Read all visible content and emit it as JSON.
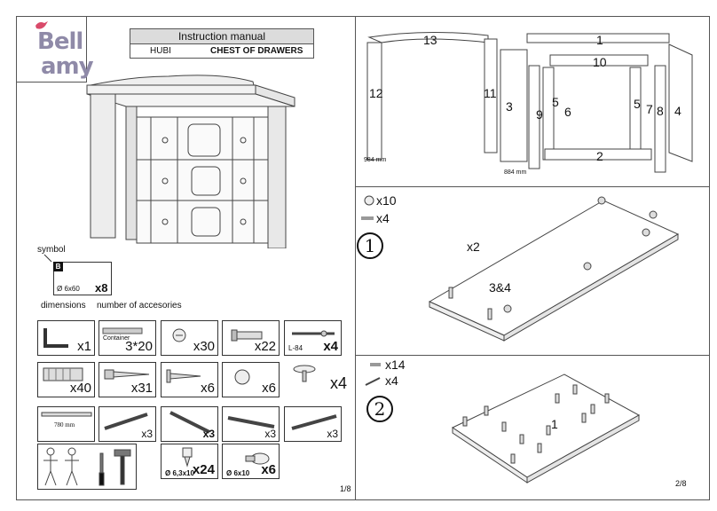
{
  "logo": {
    "line1": "Bell",
    "line2": "amy"
  },
  "header": {
    "title": "Instruction manual",
    "model": "HUBI",
    "product": "CHEST OF DRAWERS"
  },
  "legend": {
    "symbol_label": "symbol",
    "symbol_letter": "B",
    "symbol_dim": "Ø 6x60",
    "symbol_qty": "x8",
    "dimensions_label": "dimensions",
    "accessories_label": "number of accesories"
  },
  "accessories": [
    {
      "name": "allen-key",
      "qty": "x1",
      "bold": false
    },
    {
      "name": "cam-container",
      "qty": "3*20",
      "bold": false,
      "sub": "Container"
    },
    {
      "name": "cam-lock",
      "qty": "x30",
      "bold": false
    },
    {
      "name": "connector-bolt",
      "qty": "x22",
      "bold": false
    },
    {
      "name": "bolt-84",
      "qty": "x4",
      "bold": true,
      "sub": "L-84"
    },
    {
      "name": "hinge-plate",
      "qty": "x40",
      "bold": false
    },
    {
      "name": "long-screw",
      "qty": "x31",
      "bold": false
    },
    {
      "name": "short-screw",
      "qty": "x6",
      "bold": false
    },
    {
      "name": "knob",
      "qty": "x6",
      "bold": false
    },
    {
      "name": "door-handle",
      "qty": "x4",
      "bold": false
    },
    {
      "name": "rail",
      "qty": "",
      "bold": false,
      "sub": "780 mm"
    },
    {
      "name": "drawer-runner-a",
      "qty": "x3",
      "bold": false
    },
    {
      "name": "drawer-runner-b",
      "qty": "x3",
      "bold": true
    },
    {
      "name": "drawer-runner-c",
      "qty": "x3",
      "bold": false
    },
    {
      "name": "drawer-runner-d",
      "qty": "x3",
      "bold": false
    },
    {
      "name": "two-person-tools",
      "qty": "",
      "bold": false
    },
    {
      "name": "screw-6-3x10",
      "qty": "x24",
      "bold": true,
      "sub": "Ø 6,3x10"
    },
    {
      "name": "screw-6x10",
      "qty": "x6",
      "bold": true,
      "sub": "Ø 6x10"
    }
  ],
  "page_left": "1/8",
  "page_right": "2/8",
  "exploded": {
    "labels": [
      "13",
      "12",
      "11",
      "1",
      "10",
      "3",
      "9",
      "5",
      "6",
      "5",
      "7",
      "8",
      "4",
      "2"
    ],
    "dim_a": "984 mm",
    "dim_b": "884 mm"
  },
  "step1": {
    "number": "1",
    "qty_a": "x10",
    "qty_b": "x4",
    "mult": "x2",
    "parts": "3&4"
  },
  "step2": {
    "number": "2",
    "qty_a": "x14",
    "qty_b": "x4",
    "part": "1"
  }
}
